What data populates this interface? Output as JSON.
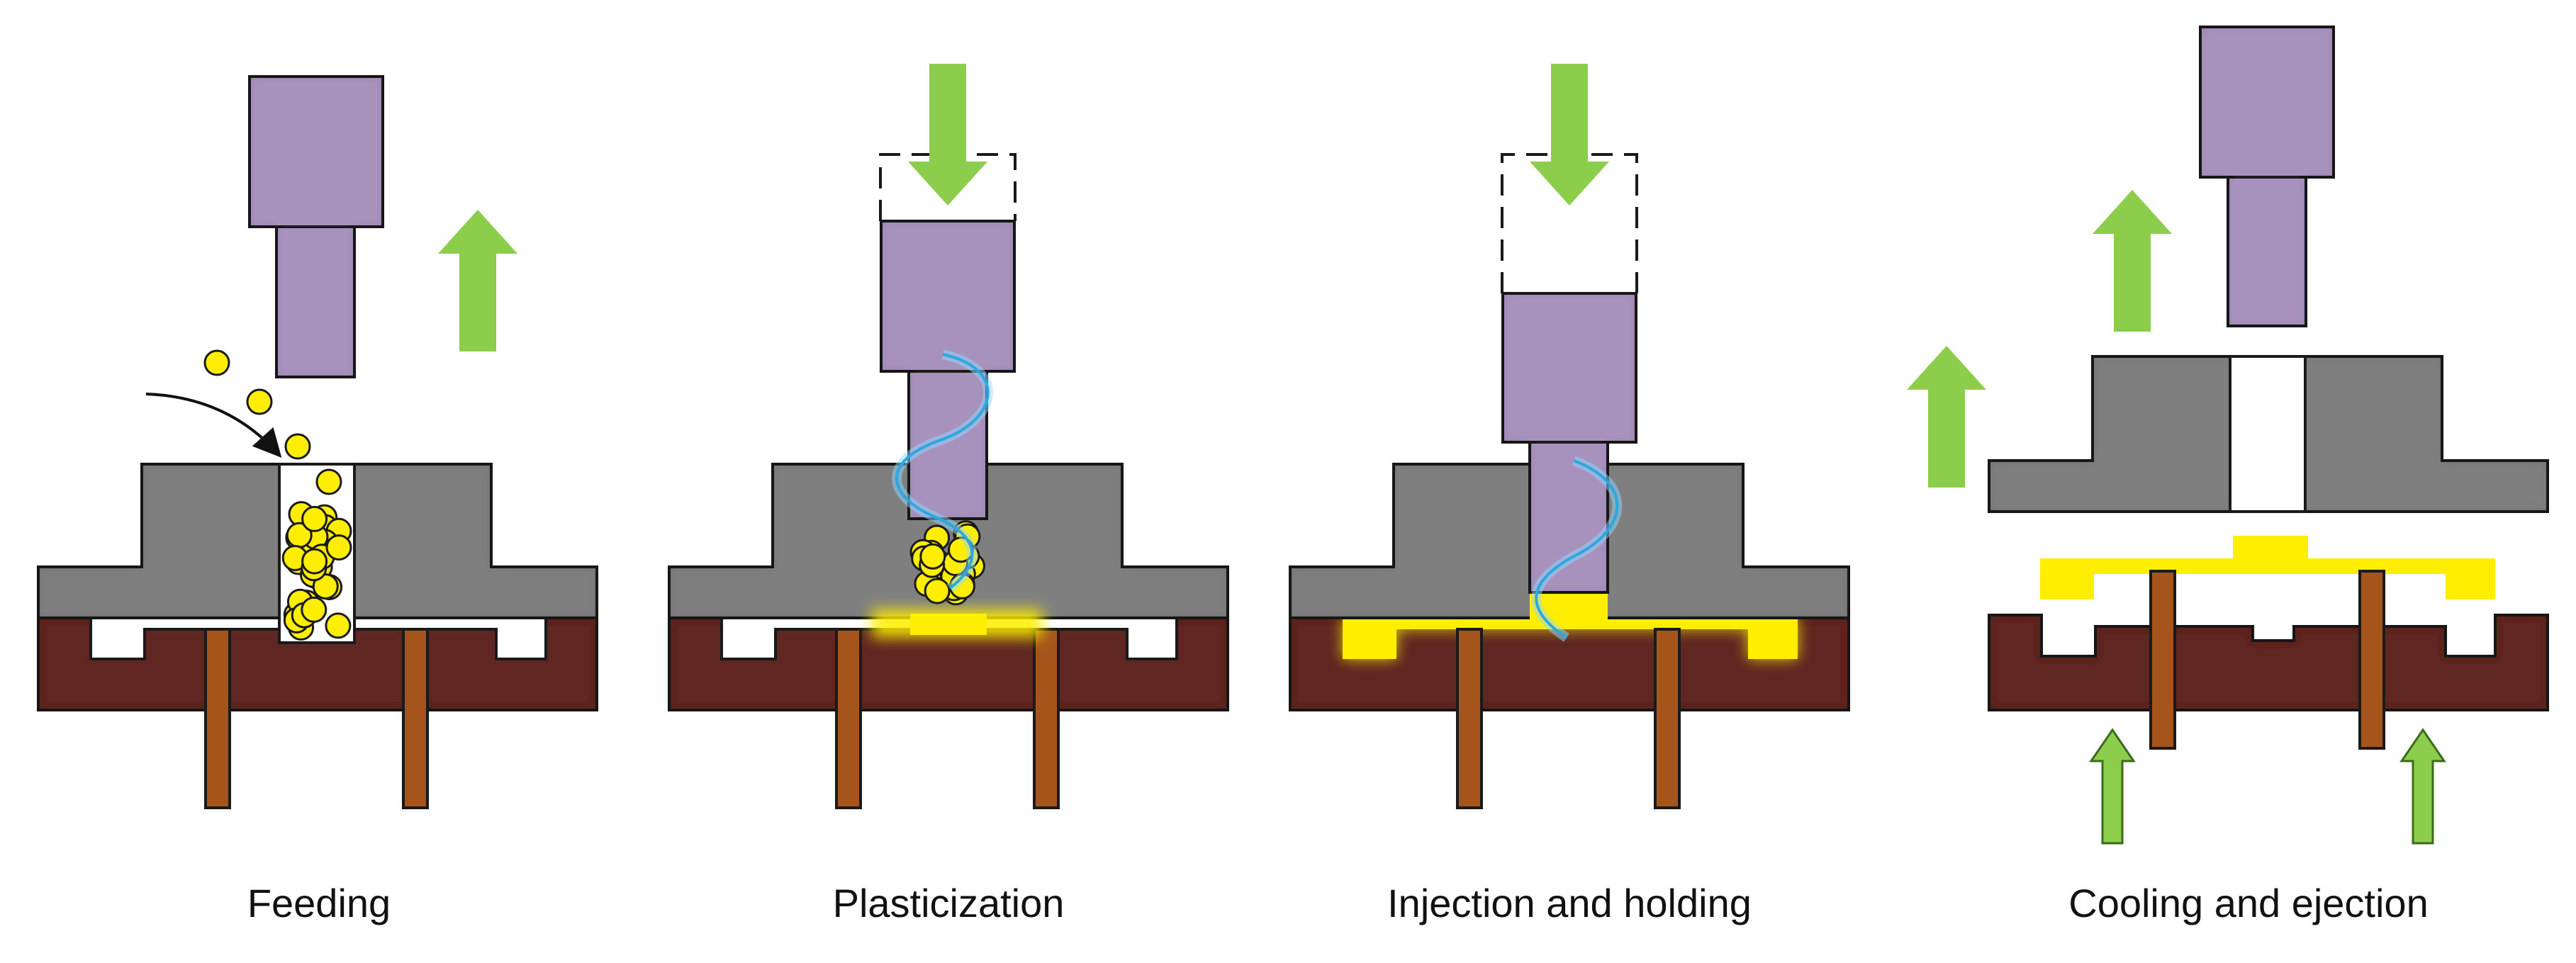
{
  "stages": [
    {
      "id": "feeding",
      "label": "Feeding"
    },
    {
      "id": "plasticization",
      "label": "Plasticization"
    },
    {
      "id": "injection",
      "label": "Injection and holding"
    },
    {
      "id": "cooling",
      "label": "Cooling and ejection"
    }
  ],
  "colors": {
    "punch": "#a792bd",
    "die_block": "#7f7f7f",
    "lower_die": "#5e2622",
    "ejector_pin": "#a5541b",
    "material": "#ffee00",
    "arrow": "#8dcd4c",
    "heat_wire": "#2aa9e0",
    "outline": "#1a1a1a"
  },
  "icons": {
    "motion_arrow": "green-arrow-icon",
    "pellet": "pellet-icon",
    "heating_coil": "heating-wire-icon"
  }
}
